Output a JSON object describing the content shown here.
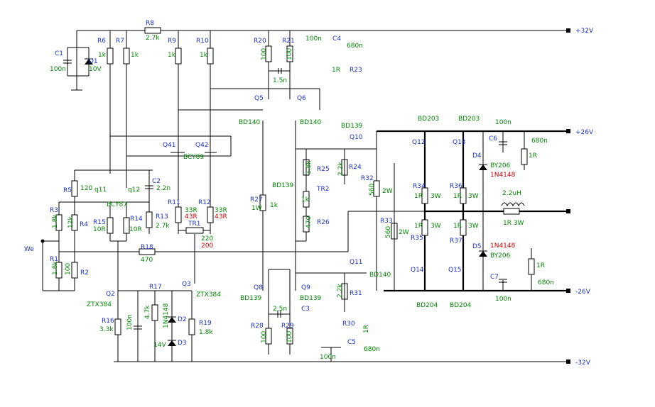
{
  "colors": {
    "name": "#1a33cc",
    "value": "#008800",
    "alt": "#cc0000",
    "wire": "#000000"
  },
  "rails": [
    {
      "id": "p32",
      "label": "+32V"
    },
    {
      "id": "p26",
      "label": "+26V"
    },
    {
      "id": "gnd",
      "label": ""
    },
    {
      "id": "n26",
      "label": "-26V"
    },
    {
      "id": "n32",
      "label": "-32V"
    }
  ],
  "input": {
    "label": "We"
  },
  "labels": {
    "R8": "R8",
    "R8v": "2.7k",
    "R6": "R6",
    "R6v": "1k",
    "R7": "R7",
    "R7v": "1k",
    "R9": "R9",
    "R9v": "1k",
    "R10": "R10",
    "R10v": "1k",
    "R20": "R20",
    "R20v": "100",
    "R21": "R21",
    "R21v": "100",
    "C4": "C4",
    "C4v": "680n",
    "C4b": "100n",
    "R23": "R23",
    "R23v": "1R",
    "C1": "C1",
    "C1v": "100n",
    "D1": "D1",
    "D1v": "10V",
    "C15": "1.5n",
    "Q5": "Q5",
    "Q5t": "BD140",
    "Q6": "Q6",
    "Q6t": "BD140",
    "Q41": "Q41",
    "Q42": "Q42",
    "Q4t": "BCY89",
    "BD139a": "BD139",
    "Q10": "Q10",
    "BD203a": "BD203",
    "BD203b": "BD203",
    "C6v": "100n",
    "C6": "C6",
    "C6b": "680n",
    "C6r": "1R",
    "Q12": "Q12",
    "Q13": "Q13",
    "D4": "D4",
    "BY206a": "BY206",
    "N4148a": "1N4148",
    "R5": "R5",
    "R5v": "120",
    "q11": "q11",
    "q12": "q12",
    "C2": "C2",
    "C2v": "2.2n",
    "R3": "R3",
    "R3v": "1.8k",
    "R4": "R4",
    "R4v": "12k",
    "Q1t": "BCY87",
    "R15": "R15",
    "R15v": "10R",
    "R14": "R14",
    "R14v": "10R",
    "R13": "R13",
    "R13v": "2.7k",
    "R11": "R11",
    "R11a": "33R",
    "R11b": "43R",
    "R12": "R12",
    "R12a": "33R",
    "R12b": "43R",
    "TR1": "TR1",
    "TR1a": "220",
    "TR1b": "200",
    "R1": "R1",
    "R1v": "1.8k",
    "R2": "R2",
    "R2v": "100",
    "R18": "R18",
    "R18v": "470",
    "R27": "R27",
    "R27a": "1W",
    "R27v": "1k",
    "R24": "R24",
    "R24v": "2.2k",
    "R25": "R25",
    "R25v": "1.8k",
    "BD139b": "BD139",
    "TR2": "TR2",
    "TR2v": "1k",
    "R26": "R26",
    "R26v": "470",
    "R32": "R32",
    "R32v": "560",
    "R32w": "2W",
    "R33": "R33",
    "R33v": "560",
    "R33w": "2W",
    "R34": "R34",
    "R34v": "1R",
    "R34w": "3W",
    "R36": "R36",
    "R36v": "1R",
    "R36w": "3W",
    "R35": "R35",
    "R35v": "1R",
    "R35w": "3W",
    "R37": "R37",
    "R37v": "1R",
    "R37w": "3W",
    "L1": "2.2uH",
    "L1r": "1R 3W",
    "D5": "D5",
    "N4148b": "1N4148",
    "BY206b": "BY206",
    "Q11": "Q11",
    "BD140c": "BD140",
    "Q14": "Q14",
    "Q15": "Q15",
    "R38v": "1R",
    "C7": "C7",
    "C7v": "100n",
    "C7b": "680n",
    "BD204a": "BD204",
    "BD204b": "BD204",
    "Q2": "Q2",
    "Q2t": "ZTX384",
    "Q3": "Q3",
    "Q3t": "ZTX384",
    "R17": "R17",
    "R16": "R16",
    "R16v": "3.3k",
    "C100": "100n",
    "R47k": "4.7k",
    "N4148c": "1N4148",
    "D2": "D2",
    "D3": "D3",
    "D3v": "14V",
    "R19": "R19",
    "R19v": "1.8k",
    "R31": "R31",
    "R31v": "2.2k",
    "Q8": "Q8",
    "Q8t": "BD139",
    "Q9": "Q9",
    "Q9t": "BD139",
    "C3v": "2.5n",
    "C3": "C3",
    "R28": "R28",
    "R28v": "100",
    "R29": "R29",
    "R29v": "100",
    "R30": "R30",
    "R30v": "1R",
    "C5": "C5",
    "C5v": "680n",
    "C5b": "100n"
  }
}
